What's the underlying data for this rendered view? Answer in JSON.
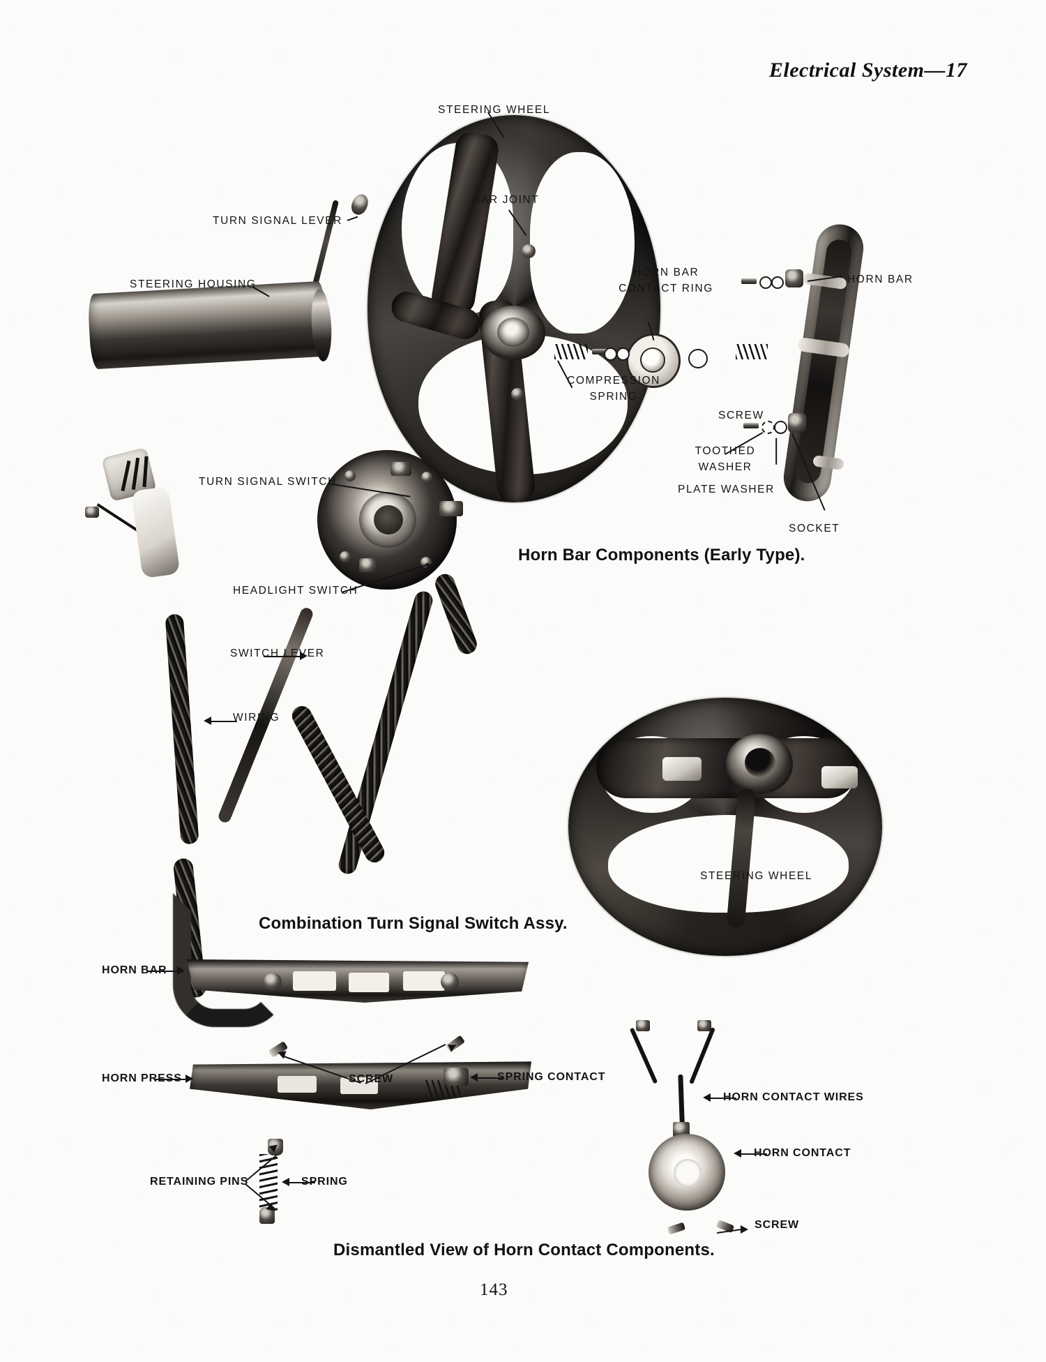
{
  "page": {
    "header": "Electrical System—17",
    "number": "143"
  },
  "figures": [
    {
      "id": "horn-bar-components",
      "caption": "Horn Bar Components (Early Type).",
      "labels": [
        "STEERING WHEEL",
        "TURN SIGNAL LEVER",
        "STEERING HOUSING",
        "BAR JOINT",
        "HORN BAR CONTACT RING",
        "COMPRESSION SPRING",
        "HORN BAR",
        "SCREW",
        "TOOTHED WASHER",
        "PLATE WASHER",
        "SOCKET"
      ]
    },
    {
      "id": "combination-turn-signal-switch",
      "caption": "Combination Turn Signal Switch Assy.",
      "labels": [
        "TURN SIGNAL SWITCH",
        "HEADLIGHT SWITCH",
        "SWITCH LEVER",
        "WIRING"
      ]
    },
    {
      "id": "steering-wheel-late",
      "caption": "",
      "labels": [
        "STEERING WHEEL"
      ]
    },
    {
      "id": "horn-contact-components",
      "caption": "Dismantled View of Horn Contact Components.",
      "labels": [
        "HORN BAR",
        "HORN PRESS",
        "SCREW",
        "SPRING CONTACT",
        "RETAINING PINS",
        "SPRING",
        "HORN CONTACT WIRES",
        "HORN CONTACT",
        "SCREW"
      ]
    }
  ],
  "callouts": {
    "steering_wheel_top": "STEERING WHEEL",
    "turn_signal_lever": "TURN SIGNAL LEVER",
    "steering_housing": "STEERING HOUSING",
    "bar_joint": "BAR JOINT",
    "horn_bar_contact_ring_l1": "HORN BAR",
    "horn_bar_contact_ring_l2": "CONTACT RING",
    "compression_spring_l1": "COMPRESSION",
    "compression_spring_l2": "SPRING",
    "horn_bar_right": "HORN BAR",
    "screw_right": "SCREW",
    "toothed_washer_l1": "TOOTHED",
    "toothed_washer_l2": "WASHER",
    "plate_washer": "PLATE WASHER",
    "socket": "SOCKET",
    "turn_signal_switch": "TURN SIGNAL SWITCH",
    "headlight_switch": "HEADLIGHT SWITCH",
    "switch_lever": "SWITCH LEVER",
    "wiring": "WIRING",
    "steering_wheel_mid": "STEERING WHEEL",
    "horn_bar_bottom": "HORN BAR",
    "horn_press": "HORN PRESS",
    "screw_bottom": "SCREW",
    "spring_contact": "SPRING CONTACT",
    "retaining_pins": "RETAINING PINS",
    "spring": "SPRING",
    "horn_contact_wires": "HORN CONTACT WIRES",
    "horn_contact": "HORN CONTACT",
    "screw_contact": "SCREW"
  },
  "captions": {
    "fig1": "Horn Bar Components (Early Type).",
    "fig2": "Combination Turn Signal Switch Assy.",
    "fig4": "Dismantled View of Horn Contact Components."
  },
  "colors": {
    "paper": "#fbfbf9",
    "ink": "#141414"
  }
}
